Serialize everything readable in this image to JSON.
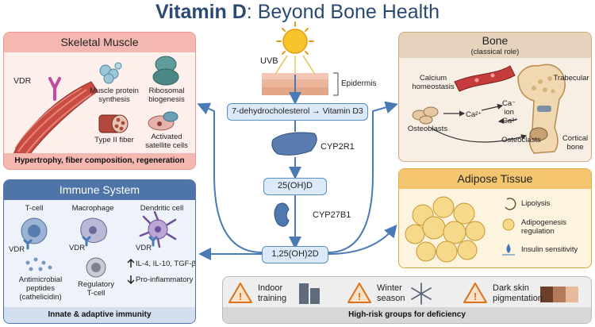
{
  "title": {
    "bold": "Vitamin D",
    "rest": ": Beyond Bone Health"
  },
  "skeletal": {
    "title": "Skeletal Muscle",
    "vdr": "VDR",
    "muscle_protein": "Muscle protein\nsynthesis",
    "ribosomal": "Ribosomal\nbiogenesis",
    "type2": "Type II fiber",
    "satellite": "Activated\nsatellite cells",
    "footer": "Hypertrophy, fiber composition, regeneration"
  },
  "immune": {
    "title": "Immune System",
    "tcell": "T-cell",
    "macrophage": "Macrophage",
    "dendritic": "Dendritic cell",
    "vdr": "VDR",
    "antimicrobial": "Antimicrobial\npeptides\n(cathelicidin)",
    "regulatory": "Regulatory\nT-cell",
    "up": "IL-4, IL-10, TGF-β",
    "down": "Pro-inflammatory",
    "footer": "Innate & adaptive immunity"
  },
  "center": {
    "uvb": "UVB",
    "epidermis": "Epidermis",
    "step1": "7-dehydrocholesterol → Vitamin D3",
    "cyp2r1": "CYP2R1",
    "step2": "25(OH)D",
    "cyp27b1": "CYP27B1",
    "step3": "1,25(OH)2D"
  },
  "bone": {
    "title": "Bone",
    "subtitle": "(classical role)",
    "calcium": "Calcium\nhomeostasis",
    "trabecular": "Trabecular",
    "ca2": "Ca²⁺",
    "ca_ion": "Ca⁻\nion",
    "ca2b": "Ca²⁺",
    "osteoblasts": "Osteoblasts",
    "osteoclasts": "Osteoclasts",
    "cortical": "Cortical\nbone"
  },
  "adipose": {
    "title": "Adipose Tissue",
    "lipolysis": "Lipolysis",
    "adipogenesis": "Adipogenesis\nregulation",
    "insulin": "Insulin sensitivity"
  },
  "risk": {
    "indoor": "Indoor\ntraining",
    "winter": "Winter\nseason",
    "dark": "Dark skin\npigmentation",
    "footer": "High-risk groups for deficiency"
  },
  "colors": {
    "muscle_header": "#f4b8b0",
    "immune_header": "#4e74a8",
    "bone_header": "#e6d3bb",
    "adipose_header": "#f2c56e",
    "arrow": "#4a7ab5",
    "skin_swatches": [
      "#6b3f2a",
      "#b57a5a",
      "#e9b99c"
    ]
  }
}
